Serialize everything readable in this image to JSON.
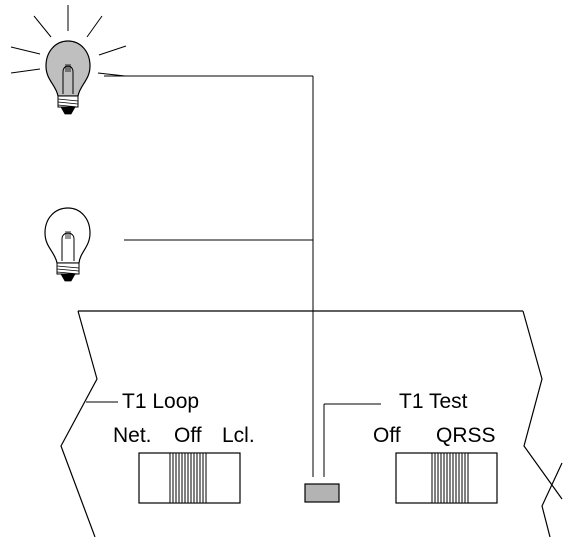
{
  "labels": {
    "loop_title": "T1 Loop",
    "loop_positions": [
      "Net.",
      "Off",
      "Lcl."
    ],
    "test_title": "T1 Test",
    "test_positions": [
      "Off",
      "QRSS"
    ]
  },
  "indicators": [
    {
      "name": "lamp-1",
      "state": "on"
    },
    {
      "name": "lamp-2",
      "state": "off"
    }
  ],
  "colors": {
    "line": "#000000",
    "lamp_on_fill": "#bfbfbf",
    "lamp_off_fill": "#ffffff",
    "led_fill": "#b3b3b3",
    "background": "#ffffff"
  }
}
